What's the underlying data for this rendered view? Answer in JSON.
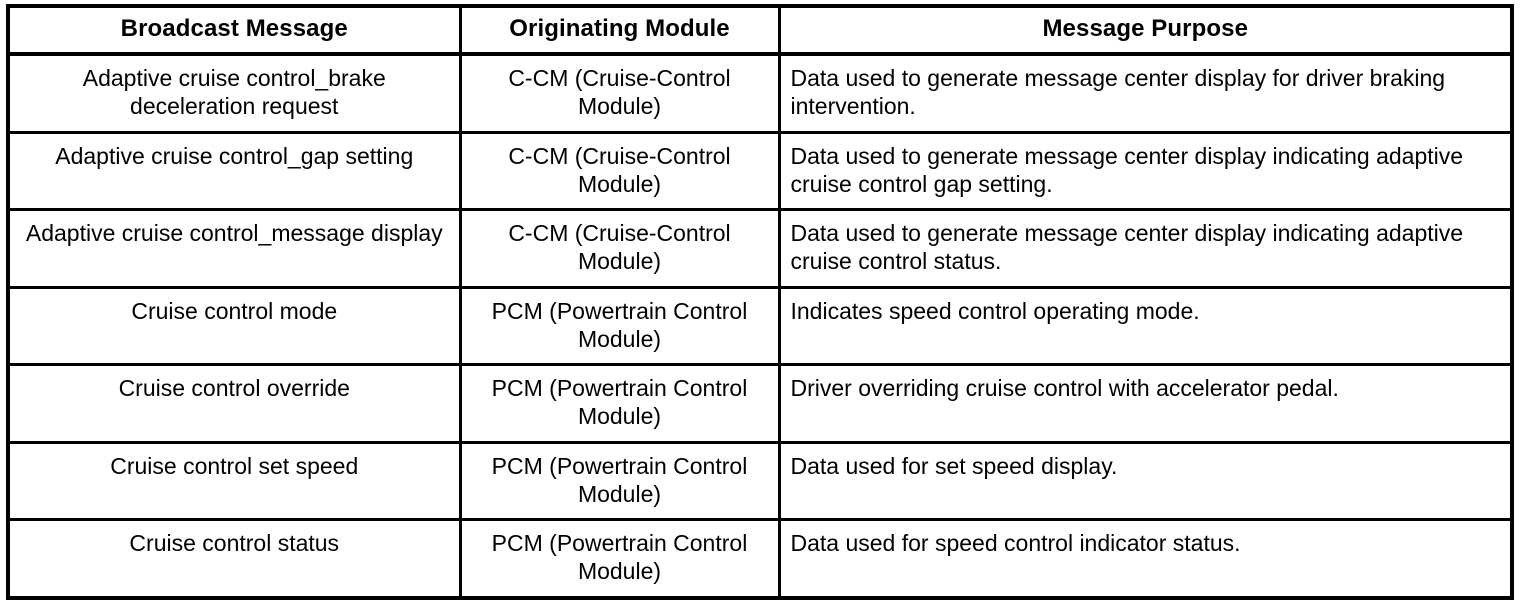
{
  "table": {
    "columns": [
      {
        "key": "broadcast_message",
        "label": "Broadcast Message"
      },
      {
        "key": "originating_module",
        "label": "Originating Module"
      },
      {
        "key": "message_purpose",
        "label": "Message Purpose"
      }
    ],
    "rows": [
      {
        "broadcast_message": "Adaptive cruise control_brake deceleration request",
        "originating_module": "C-CM (Cruise-Control Module)",
        "message_purpose": "Data used to generate message center display for driver braking intervention."
      },
      {
        "broadcast_message": "Adaptive cruise control_gap setting",
        "originating_module": "C-CM (Cruise-Control Module)",
        "message_purpose": "Data used to generate message center display indicating adaptive cruise control gap setting."
      },
      {
        "broadcast_message": "Adaptive cruise control_message display",
        "originating_module": "C-CM (Cruise-Control Module)",
        "message_purpose": "Data used to generate message center display indicating adaptive cruise control status."
      },
      {
        "broadcast_message": "Cruise control mode",
        "originating_module": "PCM (Powertrain Control Module)",
        "message_purpose": "Indicates speed control operating mode."
      },
      {
        "broadcast_message": "Cruise control override",
        "originating_module": "PCM (Powertrain Control Module)",
        "message_purpose": "Driver overriding cruise control with accelerator pedal."
      },
      {
        "broadcast_message": "Cruise control set speed",
        "originating_module": "PCM (Powertrain Control Module)",
        "message_purpose": "Data used for set speed display."
      },
      {
        "broadcast_message": "Cruise control status",
        "originating_module": "PCM (Powertrain Control Module)",
        "message_purpose": "Data used for speed control indicator status."
      }
    ]
  },
  "style": {
    "border_color": "#000000",
    "text_color": "#000000",
    "background_color": "#ffffff"
  }
}
